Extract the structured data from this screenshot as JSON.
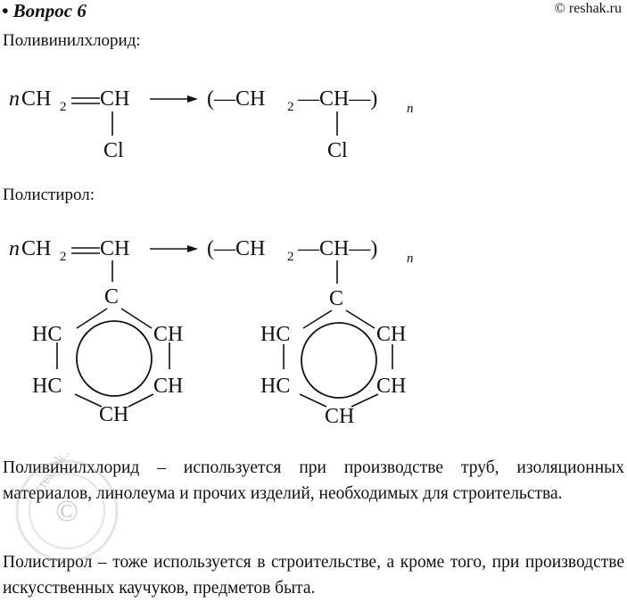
{
  "header": {
    "title": "• Вопрос 6",
    "site": "© reshak.ru"
  },
  "pvc": {
    "label": "Поливинилхлорид:",
    "monomer": {
      "prefix": "n",
      "ch2": "CH",
      "sub2": "2",
      "eq": "═",
      "ch": "CH",
      "cl": "Cl"
    },
    "arrow": "⟶",
    "polymer": {
      "open": "(—CH",
      "sub2": "2",
      "mid": "—CH—)",
      "n": "n",
      "cl": "Cl"
    }
  },
  "ps": {
    "label": "Полистирол:",
    "monomer": {
      "prefix": "n",
      "ch2": "CH",
      "sub2": "2",
      "ch": "CH",
      "c": "C",
      "hc1": "HC",
      "ch1": "CH",
      "hc2": "HC",
      "ch2b": "CH",
      "ch3": "CH"
    },
    "polymer": {
      "open": "(—CH",
      "sub2": "2",
      "mid": "—CH—)",
      "n": "n",
      "c": "C",
      "hc1": "HC",
      "ch1": "CH",
      "hc2": "HC",
      "ch2b": "CH",
      "ch3": "CH"
    }
  },
  "paragraphs": [
    "Поливинилхлорид – используется при производстве труб, изоляционных материалов, линолеума и прочих изделий, необходимых для строительства.",
    "Полистирол – тоже используется в строительстве, а кроме того, при производстве искусственных каучуков, предметов быта."
  ],
  "watermark": {
    "text": "reshak.ru"
  }
}
